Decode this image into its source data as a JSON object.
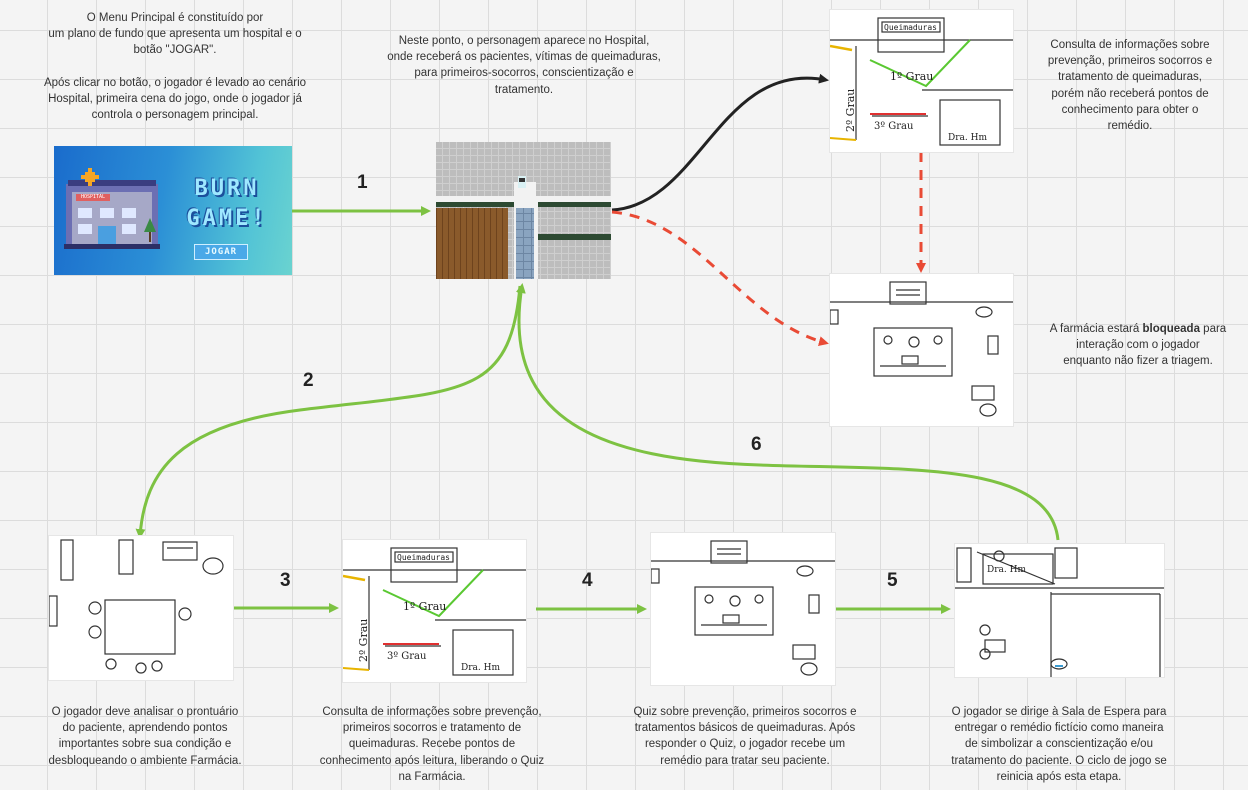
{
  "notes": {
    "menu": "O Menu Principal é constituído por\num plano de fundo que apresenta um hospital e o\nbotão \"JOGAR\".\n\nApós clicar no botão, o jogador é levado ao cenário\nHospital, primeira cena do jogo, onde o jogador já\ncontrola o personagem principal.",
    "hospital": "Neste ponto, o personagem aparece no Hospital,\nonde receberá os pacientes, vítimas de queimaduras,\npara primeiros-socorros, conscientização e\ntratamento.",
    "consult_top": "Consulta de informações sobre\nprevenção, primeiros socorros e\ntratamento de queimaduras,\nporém não receberá pontos de\nconhecimento para obter o\nremédio.",
    "pharmacy_locked_pre": "A farmácia estará ",
    "pharmacy_locked_bold": "bloqueada",
    "pharmacy_locked_post": " para\ninteração com o jogador\nenquanto não fizer a triagem.",
    "record": "O jogador deve analisar o prontuário\ndo paciente, aprendendo pontos\nimportantes sobre sua condição e\ndesbloqueando o ambiente Farmácia.",
    "consult_bottom": "Consulta de informações sobre prevenção,\nprimeiros socorros e tratamento de\nqueimaduras. Recebe pontos de\nconhecimento após leitura, liberando o Quiz\nna Farmácia.",
    "quiz": "Quiz sobre prevenção, primeiros socorros e\ntratamentos básicos de queimaduras. Após\nresponder o Quiz, o jogador recebe um\nremédio para tratar seu paciente.",
    "waiting": "O jogador se dirige à Sala de Espera para\nentregar o remédio fictício como maneira\nde simbolizar a conscientização e/ou\ntratamento do paciente. O ciclo de jogo se\nreinicia após esta etapa."
  },
  "steps": {
    "s1": "1",
    "s2": "2",
    "s3": "3",
    "s4": "4",
    "s5": "5",
    "s6": "6"
  },
  "menu_screen": {
    "title_line1": "BURN",
    "title_line2": "GAME!",
    "button": "JOGAR",
    "sign": "HOSPITAL"
  },
  "sketch_labels": {
    "wall_sign": "Queimaduras",
    "degree_1": "1º Grau",
    "degree_2": "2º Grau",
    "degree_3": "3º Grau",
    "doctor": "Dra. Hm"
  },
  "colors": {
    "green_arrow": "#7dc242",
    "red_dashed": "#e94a35",
    "black_arrow": "#222222"
  }
}
